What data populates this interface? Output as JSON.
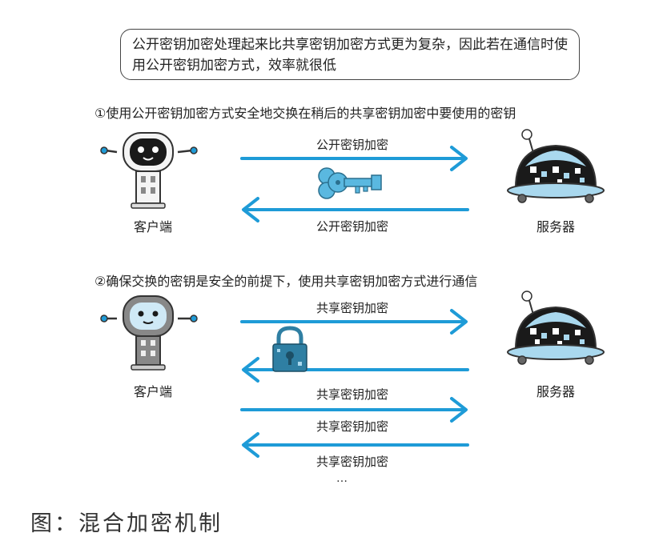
{
  "note": "公开密钥加密处理起来比共享密钥加密方式更为复杂，因此若在通信时使用公开密钥加密方式，效率就很低",
  "step1": {
    "title": "①使用公开密钥加密方式安全地交换在稍后的共享密钥加密中要使用的密钥",
    "client_label": "客户端",
    "server_label": "服务器",
    "arrow_top_label": "公开密钥加密",
    "arrow_bottom_label": "公开密钥加密"
  },
  "step2": {
    "title": "②确保交换的密钥是安全的前提下，使用共享密钥加密方式进行通信",
    "client_label": "客户端",
    "server_label": "服务器",
    "arrow_labels": [
      "共享密钥加密",
      "共享密钥加密",
      "共享密钥加密",
      "共享密钥加密"
    ],
    "ellipsis": "…"
  },
  "caption": "图：混合加密机制",
  "colors": {
    "arrow": "#1e9bd7",
    "key": "#5ab8e0",
    "lock": "#2f7fa3",
    "robot_dark": "#1a1a1a",
    "screen": "#a9d8ee"
  },
  "icons": [
    "client-robot-icon",
    "server-robot-icon",
    "key-icon",
    "lock-icon"
  ]
}
